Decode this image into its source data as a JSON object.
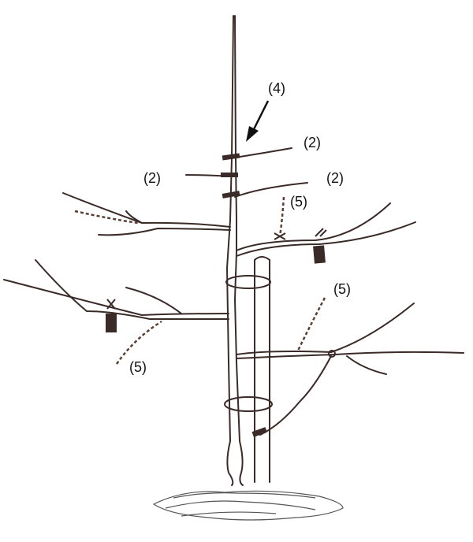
{
  "labels": {
    "pruning_cut": "(4)",
    "shoot_top_right": "(2)",
    "shoot_left": "(2)",
    "shoot_right": "(2)",
    "spreader_upper": "(5)",
    "spreader_right": "(5)",
    "spreader_left": "(5)"
  }
}
